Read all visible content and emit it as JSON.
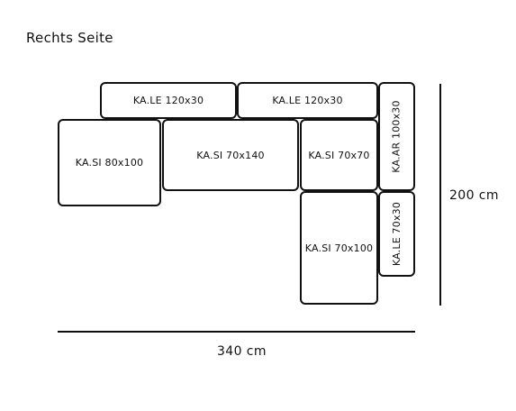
{
  "title": "Rechts Seite",
  "modules": {
    "le_top_left": "KA.LE 120x30",
    "le_top_right": "KA.LE 120x30",
    "si_80x100": "KA.SI 80x100",
    "si_70x140": "KA.SI 70x140",
    "si_70x70": "KA.SI 70x70",
    "si_70x100": "KA.SI 70x100",
    "ar_100x30": "KA.AR 100x30",
    "le_70x30": "KA.LE 70x30"
  },
  "dimensions": {
    "width": "340 cm",
    "height": "200 cm"
  }
}
